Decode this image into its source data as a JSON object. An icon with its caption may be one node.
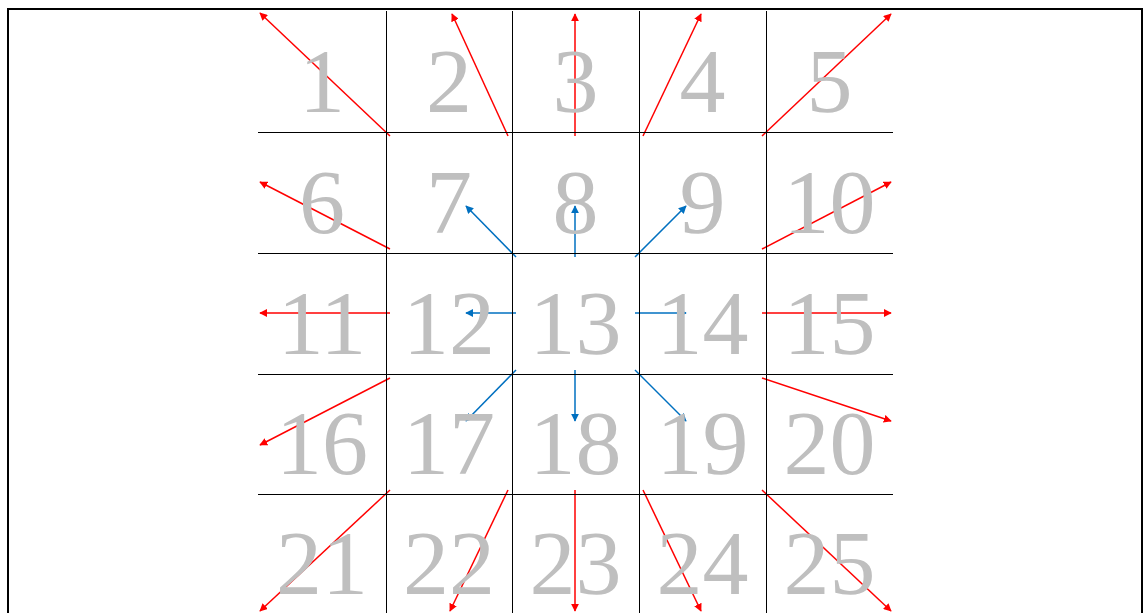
{
  "diagram": {
    "nodes": [
      {
        "text": [
          "1"
        ]
      },
      {
        "text": [
          "2"
        ]
      },
      {
        "text": [
          "3"
        ]
      },
      {
        "text": [
          "4"
        ]
      },
      {
        "text": [
          "5"
        ]
      },
      {
        "text": [
          "6"
        ]
      },
      {
        "text": [
          "7"
        ]
      },
      {
        "text": [
          "8"
        ]
      },
      {
        "text": [
          "9"
        ]
      },
      {
        "text": [
          "10"
        ]
      },
      {
        "text": [
          "11"
        ]
      },
      {
        "text": [
          "12"
        ]
      },
      {
        "text": [
          "13"
        ]
      },
      {
        "text": [
          "14"
        ]
      },
      {
        "text": [
          "15"
        ]
      },
      {
        "text": [
          "16"
        ]
      },
      {
        "text": [
          "17"
        ]
      },
      {
        "text": [
          "18"
        ]
      },
      {
        "text": [
          "19"
        ]
      },
      {
        "text": [
          "20"
        ]
      },
      {
        "text": [
          "21"
        ]
      },
      {
        "text": [
          "22"
        ]
      },
      {
        "text": [
          "23"
        ]
      },
      {
        "text": [
          "24"
        ]
      },
      {
        "text": [
          "25"
        ]
      }
    ],
    "edges": [
      {
        "from": 6,
        "to": 0,
        "arrow": "to"
      },
      {
        "from": 6,
        "to": 1,
        "arrow": "to"
      },
      {
        "from": 7,
        "to": 2,
        "arrow": "to"
      },
      {
        "from": 8,
        "to": 3,
        "arrow": "to"
      },
      {
        "from": 8,
        "to": 4,
        "arrow": "to"
      },
      {
        "from": 6,
        "to": 5,
        "arrow": "to"
      },
      {
        "from": 8,
        "to": 9,
        "arrow": "to"
      },
      {
        "from": 11,
        "to": 10,
        "arrow": "to"
      },
      {
        "from": 13,
        "to": 14,
        "arrow": "to"
      },
      {
        "from": 16,
        "to": 15,
        "arrow": "to"
      },
      {
        "from": 18,
        "to": 19,
        "arrow": "to"
      },
      {
        "from": 16,
        "to": 20,
        "arrow": "to"
      },
      {
        "from": 16,
        "to": 21,
        "arrow": "to"
      },
      {
        "from": 17,
        "to": 22,
        "arrow": "to"
      },
      {
        "from": 18,
        "to": 23,
        "arrow": "to"
      },
      {
        "from": 18,
        "to": 24,
        "arrow": "to"
      },
      {
        "from": 12,
        "to": 6,
        "arrow": "to",
        "color": "#0070c0"
      },
      {
        "from": 12,
        "to": 7,
        "arrow": "to",
        "color": "#0070c0"
      },
      {
        "from": 12,
        "to": 8,
        "arrow": "to",
        "color": "#0070c0"
      },
      {
        "from": 12,
        "to": 11,
        "arrow": "to",
        "color": "#0070c0"
      },
      {
        "from": 12,
        "to": 13,
        "arrow": "to",
        "color": "#0070c0"
      },
      {
        "from": 12,
        "to": 16,
        "arrow": "to",
        "color": "#0070c0"
      },
      {
        "from": 12,
        "to": 17,
        "arrow": "to",
        "color": "#0070c0"
      },
      {
        "from": 12,
        "to": 18,
        "arrow": "to",
        "color": "#0070c0"
      }
    ]
  }
}
